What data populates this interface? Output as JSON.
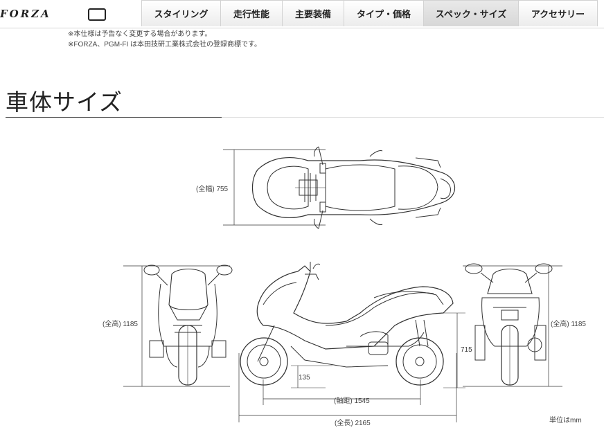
{
  "header": {
    "logo_text": "FORZA",
    "nav": [
      {
        "label": "スタイリング",
        "active": false
      },
      {
        "label": "走行性能",
        "active": false
      },
      {
        "label": "主要装備",
        "active": false
      },
      {
        "label": "タイプ・価格",
        "active": false
      },
      {
        "label": "スペック・サイズ",
        "active": true
      },
      {
        "label": "アクセサリー",
        "active": false
      }
    ]
  },
  "notes": [
    "※本仕様は予告なく変更する場合があります。",
    "※FORZA、PGM-FI は本田技研工業株式会社の登録商標です。"
  ],
  "section": {
    "title": "車体サイズ"
  },
  "dimensions": {
    "width_label": "(全幅) 755",
    "height_left_label": "(全高) 1185",
    "height_right_label": "(全高) 1185",
    "seat_height": "715",
    "ground_clearance": "135",
    "wheelbase_label": "(軸距) 1545",
    "length_label": "(全長) 2165",
    "unit": "単位はmm"
  },
  "colors": {
    "line": "#333333",
    "accent": "#222222"
  }
}
